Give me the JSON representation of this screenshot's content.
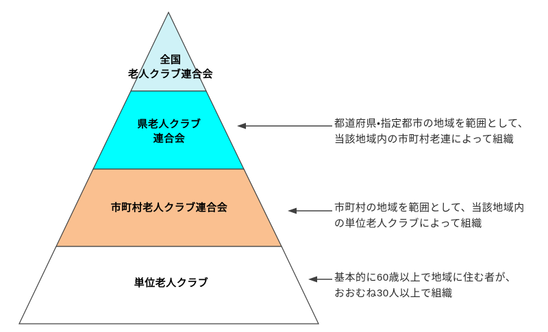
{
  "background": "#FFFFFF",
  "pyramid": {
    "border_color": "#404040",
    "levels": [
      {
        "id": "national",
        "lines": [
          "全国",
          "老人クラブ連合会"
        ],
        "fill": "#CFF2F7"
      },
      {
        "id": "prefectural",
        "lines": [
          "県老人クラブ",
          "連合会"
        ],
        "fill": "#00FFFF"
      },
      {
        "id": "municipal",
        "lines": [
          "市町村老人クラブ連合会"
        ],
        "fill": "#FAC090"
      },
      {
        "id": "unit",
        "lines": [
          "単位老人クラブ"
        ],
        "fill": "#FFFFFF"
      }
    ]
  },
  "annotations": [
    {
      "target": "prefectural",
      "lines": [
        "都道府県・指定都市の地域を範囲として、",
        "当該地域内の市町村老連によって組織"
      ]
    },
    {
      "target": "municipal",
      "lines": [
        "市町村の地域を範囲として、当該地域内",
        "の単位老人クラブによって組織"
      ]
    },
    {
      "target": "unit",
      "lines": [
        "基本的に60歳以上で地域に住む者が、",
        "おおむね30人以上で組織"
      ]
    }
  ],
  "arrow_color": "#404040"
}
